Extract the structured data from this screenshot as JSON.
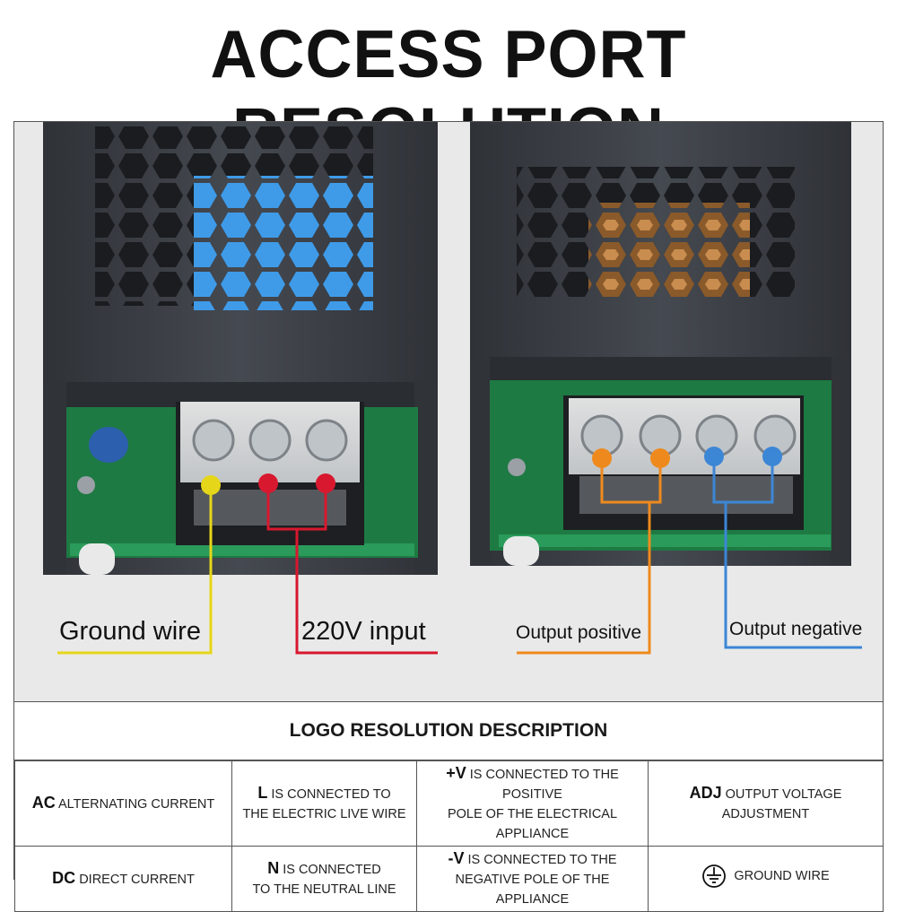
{
  "title": "ACCESS PORT RESOLUTION",
  "callouts": {
    "ground_wire": "Ground wire",
    "input_220v": "220V input",
    "output_positive": "Output positive",
    "output_negative": "Output negative"
  },
  "description": {
    "header": "LOGO RESOLUTION DESCRIPTION",
    "rows": [
      [
        {
          "key": "AC",
          "text": "ALTERNATING CURRENT"
        },
        {
          "key": "L",
          "text": "IS CONNECTED TO",
          "line2": "THE ELECTRIC LIVE WIRE"
        },
        {
          "key": "+V",
          "text": "IS CONNECTED TO THE POSITIVE",
          "line2": "POLE OF THE ELECTRICAL APPLIANCE"
        },
        {
          "key": "ADJ",
          "text": "OUTPUT VOLTAGE ADJUSTMENT"
        }
      ],
      [
        {
          "key": "DC",
          "text": "DIRECT CURRENT"
        },
        {
          "key": "N",
          "text": "IS CONNECTED",
          "line2": "TO THE NEUTRAL LINE"
        },
        {
          "key": "-V",
          "text": "IS CONNECTED TO THE",
          "line2": "NEGATIVE POLE OF THE APPLIANCE"
        },
        {
          "key": "",
          "text": "GROUND WIRE",
          "icon": "ground-symbol-icon"
        }
      ]
    ]
  },
  "colors": {
    "ground": "#e6d619",
    "input": "#d8182f",
    "positive": "#ee8a1d",
    "negative": "#3c86d6",
    "case": "#3a3e44",
    "pcb": "#1e7a43",
    "blue_glow": "#3f9be8"
  }
}
